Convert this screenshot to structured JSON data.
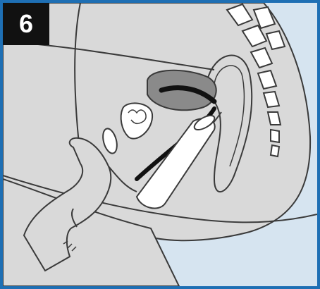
{
  "step_badge": {
    "number": "6"
  },
  "illustration": {
    "content": [
      "sagittal-pelvis-section",
      "uterus",
      "vaginal-canal",
      "bladder",
      "bowel-loops",
      "spine",
      "hand",
      "menstrual-cup"
    ]
  },
  "colors": {
    "frame": "#1e6fb4",
    "background": "#d6e4f0",
    "body_fill": "#d9d9d9",
    "outline": "#3a3a3a",
    "badge_bg": "#111111",
    "badge_text": "#ffffff"
  }
}
